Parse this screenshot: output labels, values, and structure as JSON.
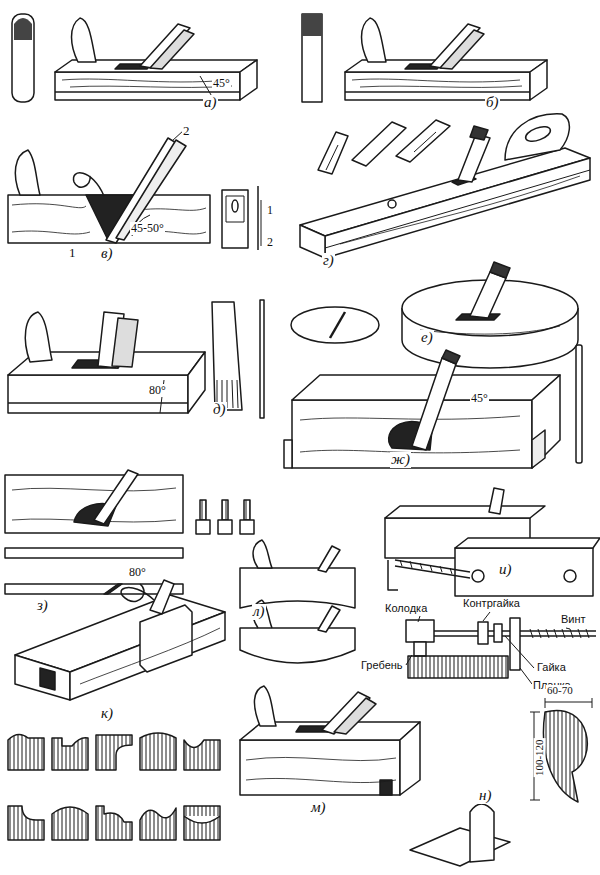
{
  "diagram": {
    "labels": [
      "а)",
      "45°",
      "б)",
      "2",
      "1",
      "45-50°",
      "1",
      "в)",
      "2",
      "г)",
      "е)",
      "80°",
      "д)",
      "45°",
      "ж)",
      "з)",
      "80°",
      "и)",
      "л)",
      "Контргайка",
      "Колодка",
      "Винт",
      "к)",
      "Гребень",
      "Гайка",
      "Планка",
      "60-70",
      "100-120",
      "н)",
      "м)"
    ]
  }
}
